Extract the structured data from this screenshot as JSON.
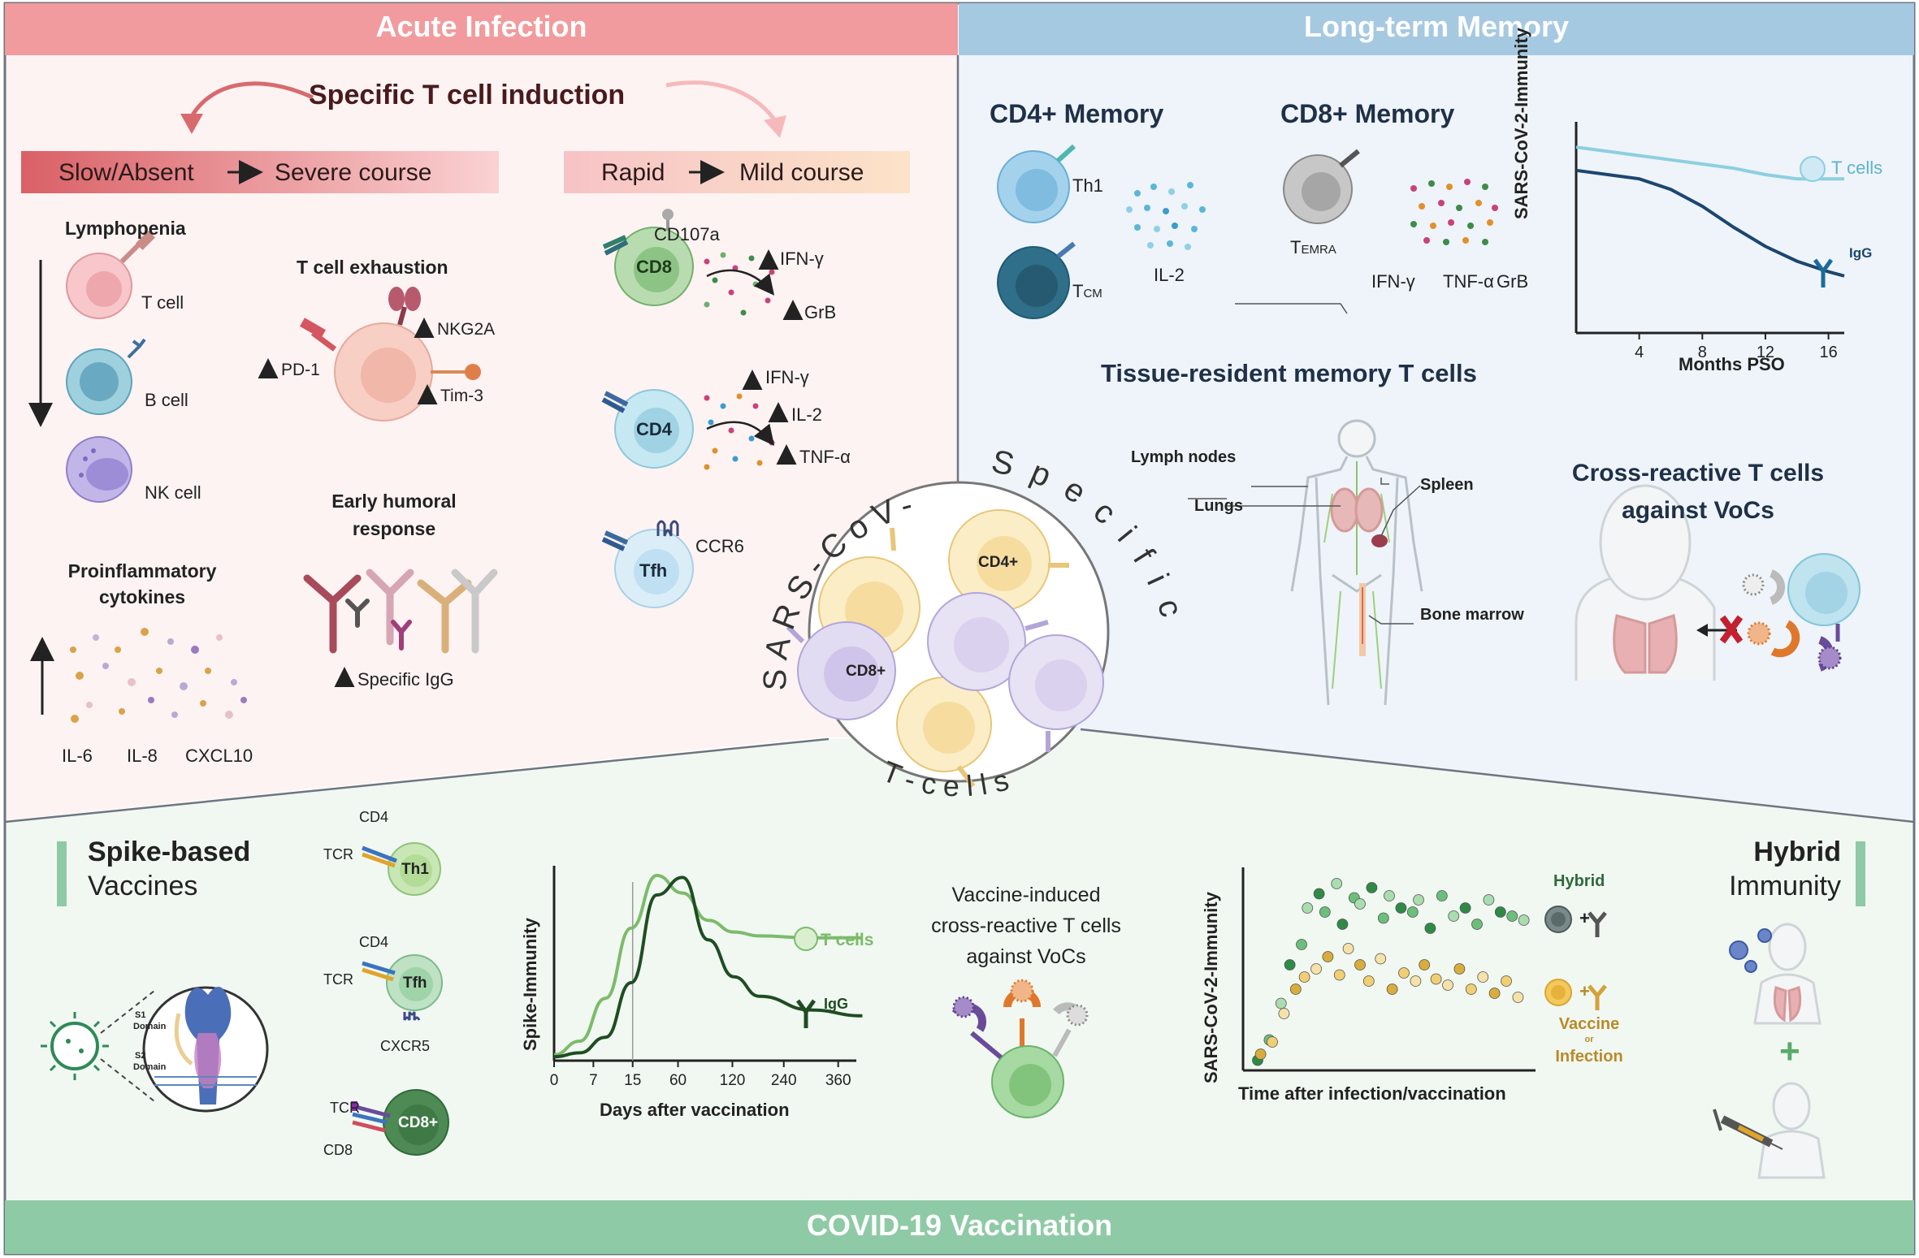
{
  "sections": {
    "acute": "Acute Infection",
    "memory": "Long-term Memory",
    "vaccination": "COVID-19 Vaccination"
  },
  "acute": {
    "induction": "Specific T cell induction",
    "slow": "Slow/Absent",
    "severe": "Severe course",
    "rapid": "Rapid",
    "mild": "Mild course",
    "lymphopenia": "Lymphopenia",
    "t_cell": "T cell",
    "b_cell": "B cell",
    "nk_cell": "NK cell",
    "exhaustion": "T cell exhaustion",
    "pd1": "PD-1",
    "nkg2a": "NKG2A",
    "tim3": "Tim-3",
    "humoral1": "Early humoral",
    "humoral2": "response",
    "specific_igg": "Specific IgG",
    "proinfl1": "Proinflammatory",
    "proinfl2": "cytokines",
    "il6": "IL-6",
    "il8": "IL-8",
    "cxcl10": "CXCL10",
    "cd107a": "CD107a",
    "cd8": "CD8",
    "ifng": "IFN-γ",
    "grb": "GrB",
    "cd4": "CD4",
    "il2": "IL-2",
    "tnfa": "TNF-α",
    "tfh": "Tfh",
    "ccr6": "CCR6"
  },
  "center": {
    "arc_left": "SARS-CoV-2",
    "arc_right": "Specific",
    "arc_bottom": "T-cells",
    "cd4plus": "CD4+",
    "cd8plus": "CD8+"
  },
  "memory": {
    "cd4_title": "CD4+ Memory",
    "cd8_title": "CD8+ Memory",
    "th1": "Th1",
    "tcm_main": "T",
    "tcm_sub": "CM",
    "il2": "IL-2",
    "temra_main": "T",
    "temra_sub": "EMRA",
    "ifng": "IFN-γ",
    "tnfa": "TNF-α",
    "grb": "GrB",
    "trm_title": "Tissue-resident memory T cells",
    "lymph": "Lymph nodes",
    "lungs": "Lungs",
    "spleen": "Spleen",
    "marrow": "Bone marrow",
    "cross1": "Cross-reactive T cells",
    "cross2": "against VoCs",
    "chart_ylabel": "SARS-CoV-2-Immunity",
    "chart_xlabel": "Months PSO",
    "legend_tcells": "T cells",
    "legend_igg": "IgG"
  },
  "vaccine": {
    "spike1": "Spike-based",
    "spike2": "Vaccines",
    "s1": "S1",
    "s2": "S2",
    "domain": "Domain",
    "cd4_a": "CD4",
    "tcr_a": "TCR",
    "th1": "Th1",
    "cd4_b": "CD4",
    "tcr_b": "TCR",
    "tfh": "Tfh",
    "cxcr5": "CXCR5",
    "tcr_c": "TCR",
    "cd8": "CD8",
    "cd8plus": "CD8+",
    "chart_ylabel": "Spike-Immunity",
    "chart_xlabel": "Days after vaccination",
    "legend_tcells": "T cells",
    "legend_igg": "IgG",
    "vic1": "Vaccine-induced",
    "vic2": "cross-reactive T cells",
    "vic3": "against VoCs",
    "hyb_ylabel": "SARS-CoV-2-Immunity",
    "hyb_xlabel": "Time after infection/vaccination",
    "hyb_legend": "Hybrid",
    "vac_legend1": "Vaccine",
    "vac_or": "or",
    "vac_legend2": "Infection",
    "hybrid1": "Hybrid",
    "hybrid2": "Immunity",
    "plus": "+"
  },
  "chart_data": [
    {
      "type": "line",
      "xlabel": "Months PSO",
      "ylabel": "SARS-CoV-2-Immunity",
      "x_ticks": [
        4,
        8,
        12,
        16
      ],
      "xlim": [
        0,
        17
      ],
      "series": [
        {
          "name": "T cells",
          "color": "#8ccfe0",
          "x": [
            0,
            2,
            4,
            6,
            8,
            10,
            12,
            14,
            16,
            17
          ],
          "y": [
            0.88,
            0.86,
            0.84,
            0.82,
            0.8,
            0.78,
            0.75,
            0.73,
            0.73,
            0.73
          ]
        },
        {
          "name": "IgG",
          "color": "#1b4670",
          "x": [
            0,
            2,
            4,
            6,
            8,
            10,
            12,
            14,
            16,
            17
          ],
          "y": [
            0.77,
            0.75,
            0.73,
            0.68,
            0.6,
            0.5,
            0.41,
            0.34,
            0.29,
            0.27
          ]
        }
      ]
    },
    {
      "type": "line",
      "xlabel": "Days after vaccination",
      "ylabel": "Spike-Immunity",
      "x_ticks": [
        "0",
        "7",
        "15",
        "60",
        "120",
        "240",
        "360"
      ],
      "series": [
        {
          "name": "T cells",
          "color": "#7cbb6a",
          "x": [
            0,
            1,
            2,
            3,
            4,
            5,
            6,
            7,
            8,
            10,
            12
          ],
          "y": [
            0.03,
            0.1,
            0.32,
            0.68,
            0.95,
            0.86,
            0.72,
            0.66,
            0.64,
            0.63,
            0.63
          ]
        },
        {
          "name": "IgG",
          "color": "#1f4d22",
          "x": [
            0,
            1,
            2,
            3,
            4,
            5,
            6,
            7,
            8,
            10,
            12
          ],
          "y": [
            0.02,
            0.04,
            0.12,
            0.4,
            0.85,
            0.94,
            0.62,
            0.43,
            0.33,
            0.26,
            0.23
          ]
        }
      ]
    },
    {
      "type": "scatter",
      "xlabel": "Time after infection/vaccination",
      "ylabel": "SARS-CoV-2-Immunity",
      "series": [
        {
          "name": "Hybrid",
          "color": "#2e8a45",
          "x": [
            0.5,
            0.9,
            1.3,
            1.6,
            2.0,
            2.2,
            2.6,
            2.8,
            3.2,
            3.4,
            3.8,
            4.0,
            4.4,
            4.8,
            5.0,
            5.4,
            5.8,
            6.0,
            6.4,
            6.8,
            7.2,
            7.6,
            8.0,
            8.4,
            8.8,
            9.2,
            9.6
          ],
          "y": [
            0.05,
            0.15,
            0.33,
            0.52,
            0.62,
            0.8,
            0.87,
            0.78,
            0.92,
            0.72,
            0.85,
            0.82,
            0.9,
            0.75,
            0.86,
            0.8,
            0.78,
            0.84,
            0.7,
            0.86,
            0.76,
            0.8,
            0.72,
            0.84,
            0.78,
            0.76,
            0.74
          ]
        },
        {
          "name": "Vaccine or Infection",
          "color": "#d9ad3c",
          "x": [
            0.6,
            1.0,
            1.4,
            1.8,
            2.1,
            2.5,
            2.9,
            3.3,
            3.6,
            4.0,
            4.3,
            4.7,
            5.1,
            5.5,
            5.9,
            6.2,
            6.6,
            7.0,
            7.4,
            7.8,
            8.2,
            8.6,
            9.0,
            9.4
          ],
          "y": [
            0.08,
            0.14,
            0.28,
            0.4,
            0.46,
            0.5,
            0.56,
            0.47,
            0.6,
            0.52,
            0.44,
            0.55,
            0.4,
            0.48,
            0.44,
            0.52,
            0.45,
            0.42,
            0.5,
            0.4,
            0.46,
            0.38,
            0.44,
            0.36
          ]
        }
      ]
    }
  ]
}
